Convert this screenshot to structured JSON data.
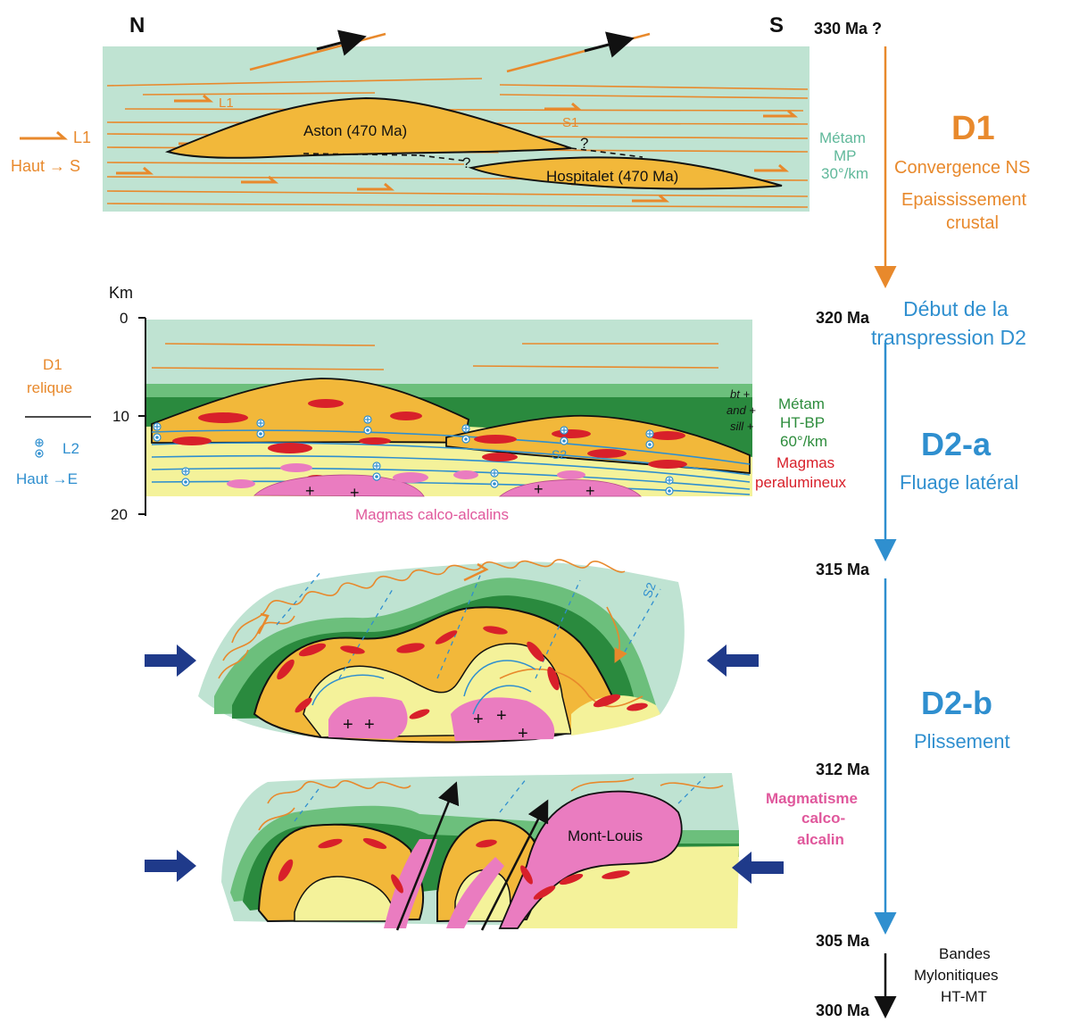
{
  "panel_d1": {
    "north": "N",
    "south": "S",
    "l1_legend": "L1",
    "l1_inline": "L1",
    "haut_s": "Haut → S",
    "s1": "S1",
    "aston": "Aston (470 Ma)",
    "hospitalet": "Hospitalet (470 Ma)",
    "question_1": "?",
    "question_2": "?",
    "metam_1": "Métam",
    "metam_2": "MP",
    "metam_3": "30°/km"
  },
  "panel_d2a": {
    "km": "Km",
    "tick_0": "0",
    "tick_10": "10",
    "tick_20": "20",
    "d1_relique_1": "D1",
    "d1_relique_2": "relique",
    "l2": "L2",
    "haut_e": "Haut →E",
    "s2": "S2",
    "minerals": [
      "bt +",
      "and +",
      "sill +"
    ],
    "metam_1": "Métam",
    "metam_2": "HT-BP",
    "metam_3": "60°/km",
    "magmas_pera_1": "Magmas",
    "magmas_pera_2": "peralumineux",
    "magmas_calco": "Magmas calco-alcalins"
  },
  "panel_d2b": {
    "s2": "S2",
    "mont_louis": "Mont-Louis",
    "magmatisme_1": "Magmatisme",
    "magmatisme_2": "calco-",
    "magmatisme_3": "alcalin"
  },
  "timeline": {
    "t330": "330 Ma ?",
    "t320": "320 Ma",
    "t315": "315 Ma",
    "t312": "312 Ma",
    "t305": "305 Ma",
    "t300": "300 Ma"
  },
  "phases": {
    "d1_title": "D1",
    "d1_line1": "Convergence NS",
    "d1_line2": "Epaississement",
    "d1_line3": "crustal",
    "d2_start_1": "Début de la",
    "d2_start_2": "transpression D2",
    "d2a_title": "D2-a",
    "d2a_sub": "Fluage latéral",
    "d2b_title": "D2-b",
    "d2b_sub": "Plissement",
    "bandes_1": "Bandes",
    "bandes_2": "Mylonitiques",
    "bandes_3": "HT-MT"
  },
  "colors": {
    "orange": "#e8892c",
    "blue": "#2f8fcf",
    "teal_text": "#5fb89a",
    "green_text": "#2d8c3c",
    "red": "#d8202a",
    "pink": "#e0589c",
    "pale_green": "#bfe3d2",
    "mid_green": "#6cbf7c",
    "dark_green": "#2a8a3e",
    "yellow": "#f4f29a",
    "granite": "#f2b83a",
    "magenta": "#ea7cc0",
    "navy": "#1f3a8a"
  }
}
